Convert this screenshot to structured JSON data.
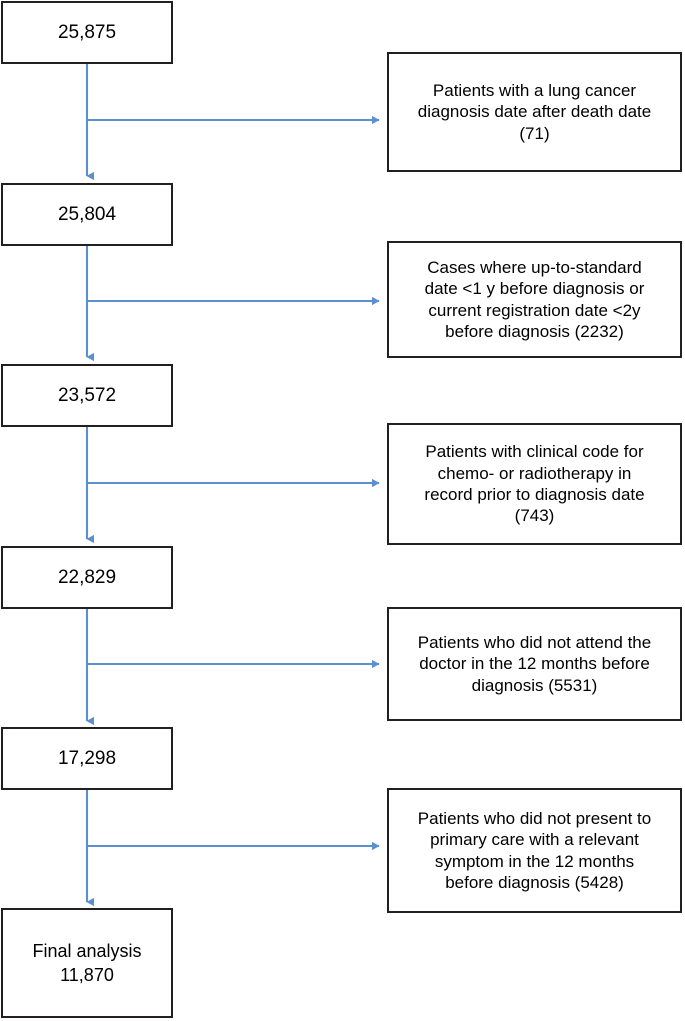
{
  "diagram": {
    "type": "participant-flow-diagram",
    "title": "",
    "colors": {
      "box_border": "#231f20",
      "arrow": "#5b8fd0",
      "text": "#000000",
      "background": "#ffffff"
    },
    "cohort_steps": [
      {
        "id": "step-1",
        "label": "25,875",
        "value": 25875
      },
      {
        "id": "step-2",
        "label": "25,804",
        "value": 25804
      },
      {
        "id": "step-3",
        "label": "23,572",
        "value": 23572
      },
      {
        "id": "step-4",
        "label": "22,829",
        "value": 22829
      },
      {
        "id": "step-5",
        "label": "17,298",
        "value": 17298
      }
    ],
    "final": {
      "id": "final-analysis",
      "line1": "Final analysis",
      "line2": "11,870",
      "value": 11870
    },
    "exclusions": [
      {
        "id": "exclusion-1",
        "lines": [
          "Patients with a lung cancer",
          "diagnosis date after death date",
          "(71)"
        ],
        "count": 71
      },
      {
        "id": "exclusion-2",
        "lines": [
          "Cases where up-to-standard",
          "date <1 y before diagnosis or",
          "current registration date <2y",
          "before diagnosis (2232)"
        ],
        "count": 2232
      },
      {
        "id": "exclusion-3",
        "lines": [
          "Patients with clinical code for",
          "chemo- or radiotherapy in",
          "record prior to diagnosis date",
          "(743)"
        ],
        "count": 743
      },
      {
        "id": "exclusion-4",
        "lines": [
          "Patients who did not attend the",
          "doctor in the 12 months before",
          "diagnosis (5531)"
        ],
        "count": 5531
      },
      {
        "id": "exclusion-5",
        "lines": [
          "Patients who did not present to",
          "primary care with a relevant",
          "symptom in the 12 months",
          "before diagnosis (5428)"
        ],
        "count": 5428
      }
    ]
  }
}
